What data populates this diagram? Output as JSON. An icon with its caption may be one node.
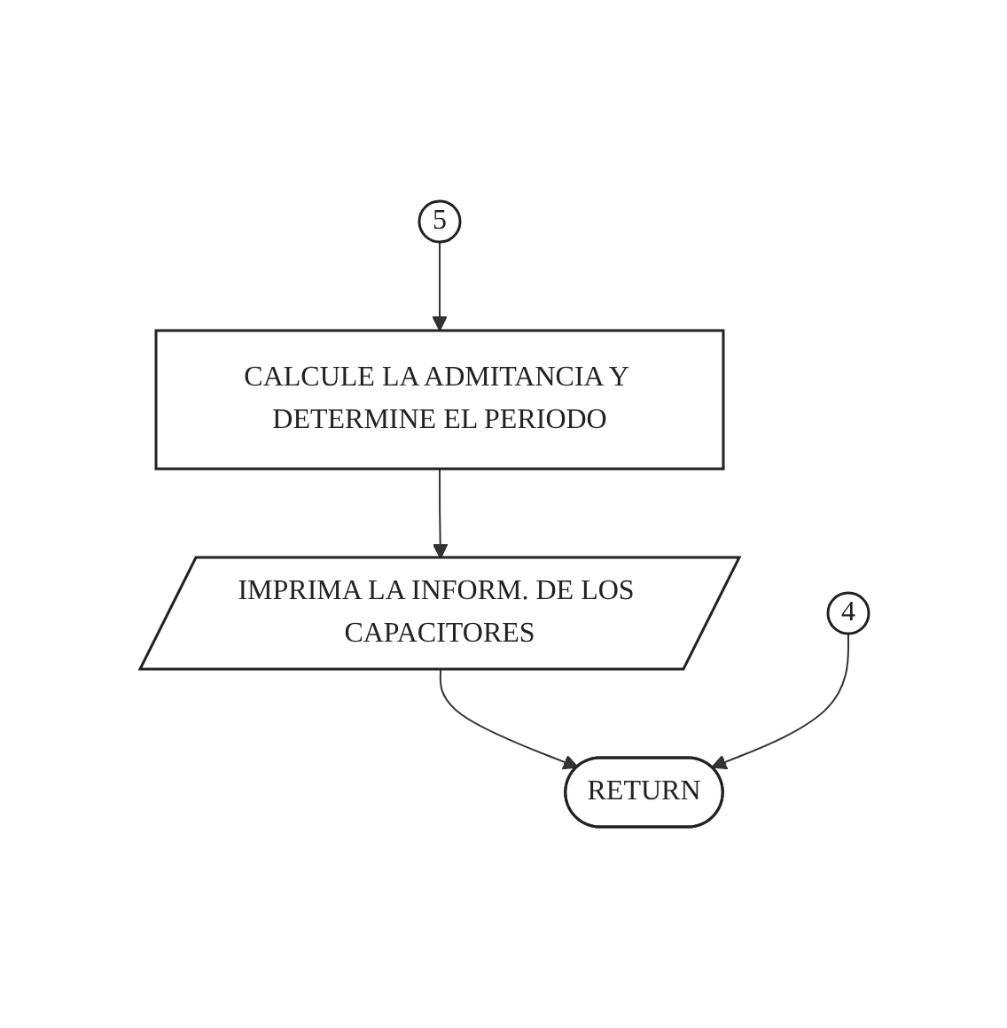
{
  "diagram": {
    "nodes": [
      {
        "text": [
          "5"
        ]
      },
      {
        "text": [
          "CALCULE LA ADMITANCIA Y DETERMINE EL PERIODO"
        ]
      },
      {
        "text": [
          "IMPRIMA LA INFORM. DE LOS CAPACITORES"
        ]
      },
      {
        "text": [
          "4"
        ]
      },
      {
        "text": [
          "RETURN"
        ]
      }
    ],
    "edges": [
      {
        "from": 0,
        "to": 1,
        "arrow": "to"
      },
      {
        "from": 1,
        "to": 2,
        "arrow": "to"
      },
      {
        "from": 2,
        "to": 4,
        "arrow": "to"
      },
      {
        "from": 3,
        "to": 4,
        "arrow": "to"
      }
    ]
  }
}
